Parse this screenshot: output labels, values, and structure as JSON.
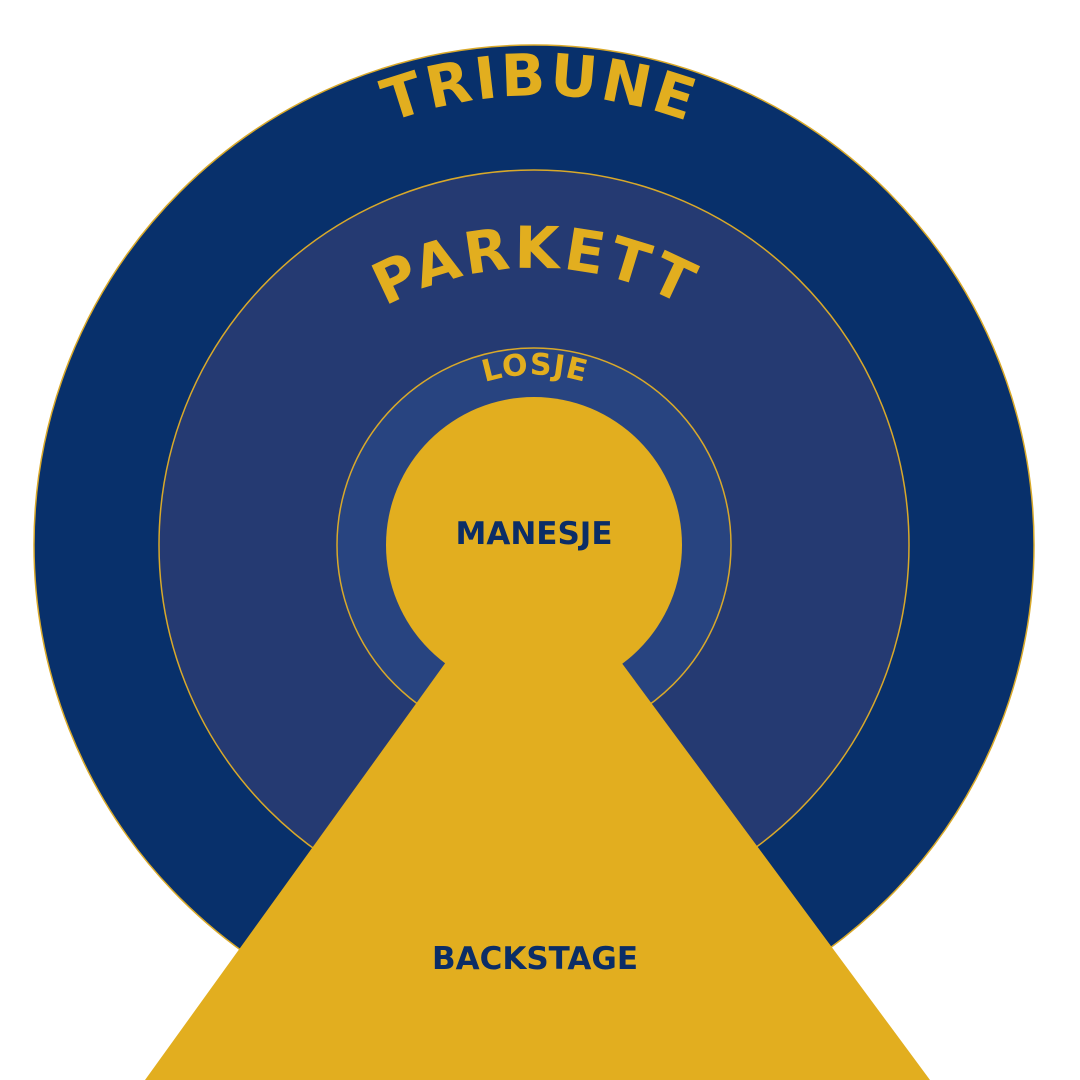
{
  "colors": {
    "background": "#ffffff",
    "tribune": "#08306b",
    "parkett": "#253a72",
    "losje": "#284480",
    "stage": "#e2ae1f",
    "outline": "#d9a92a",
    "dark_text": "#0b2d66",
    "gold_text": "#e2ae1f"
  },
  "zones": {
    "tribune": "TRIBUNE",
    "parkett": "PARKETT",
    "losje": "LOSJE",
    "manesje": "MANESJE",
    "backstage": "BACKSTAGE"
  }
}
